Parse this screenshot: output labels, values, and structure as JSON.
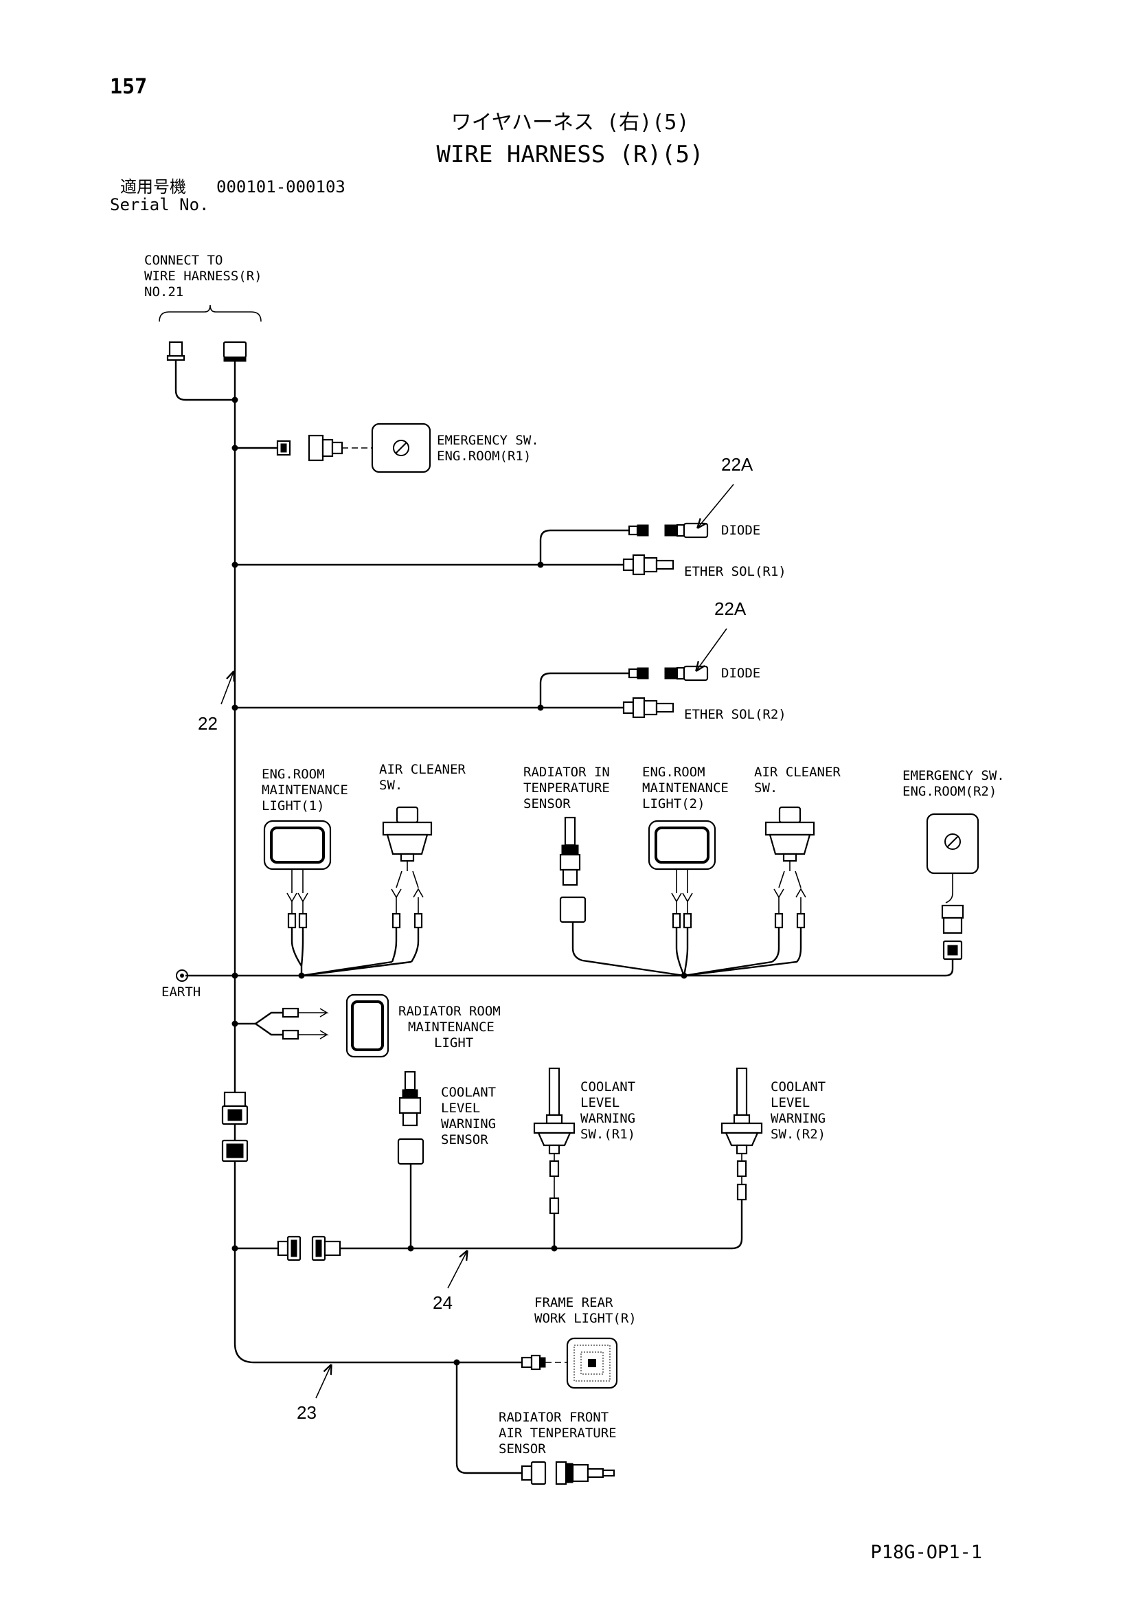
{
  "page": {
    "page_number": "157",
    "title_jp": "ワイヤハーネス (右)(5)",
    "title_en": "WIRE HARNESS (R)(5)",
    "serial_label_jp": "適用号機",
    "serial_range": "000101-000103",
    "serial_label_en": "Serial No.",
    "drawing_code": "P18G-OP1-1"
  },
  "labels": {
    "connect_to_1": "CONNECT TO",
    "connect_to_2": "WIRE HARNESS(R)",
    "connect_to_3": "NO.21",
    "emergency_r1_1": "EMERGENCY SW.",
    "emergency_r1_2": "ENG.ROOM(R1)",
    "diode_1": "DIODE",
    "ether_r1": "ETHER SOL(R1)",
    "diode_2": "DIODE",
    "ether_r2": "ETHER SOL(R2)",
    "eng_light1_1": "ENG.ROOM",
    "eng_light1_2": "MAINTENANCE",
    "eng_light1_3": "LIGHT(1)",
    "air_cleaner1_1": "AIR CLEANER",
    "air_cleaner1_2": "SW.",
    "radiator_in_1": "RADIATOR IN",
    "radiator_in_2": "TENPERATURE",
    "radiator_in_3": "SENSOR",
    "eng_light2_1": "ENG.ROOM",
    "eng_light2_2": "MAINTENANCE",
    "eng_light2_3": "LIGHT(2)",
    "air_cleaner2_1": "AIR CLEANER",
    "air_cleaner2_2": "SW.",
    "emergency_r2_1": "EMERGENCY SW.",
    "emergency_r2_2": "ENG.ROOM(R2)",
    "earth": "EARTH",
    "rad_room_1": "RADIATOR ROOM",
    "rad_room_2": "MAINTENANCE",
    "rad_room_3": "LIGHT",
    "coolant_sensor_1": "COOLANT",
    "coolant_sensor_2": "LEVEL",
    "coolant_sensor_3": "WARNING",
    "coolant_sensor_4": "SENSOR",
    "coolant_r1_1": "COOLANT",
    "coolant_r1_2": "LEVEL",
    "coolant_r1_3": "WARNING",
    "coolant_r1_4": "SW.(R1)",
    "coolant_r2_1": "COOLANT",
    "coolant_r2_2": "LEVEL",
    "coolant_r2_3": "WARNING",
    "coolant_r2_4": "SW.(R2)",
    "frame_rear_1": "FRAME REAR",
    "frame_rear_2": "WORK LIGHT(R)",
    "rad_front_1": "RADIATOR FRONT",
    "rad_front_2": "AIR TENPERATURE",
    "rad_front_3": "SENSOR"
  },
  "callouts": {
    "harness_22": "22",
    "diode_upper": "22A",
    "diode_lower": "22A",
    "harness_24": "24",
    "harness_23": "23"
  }
}
